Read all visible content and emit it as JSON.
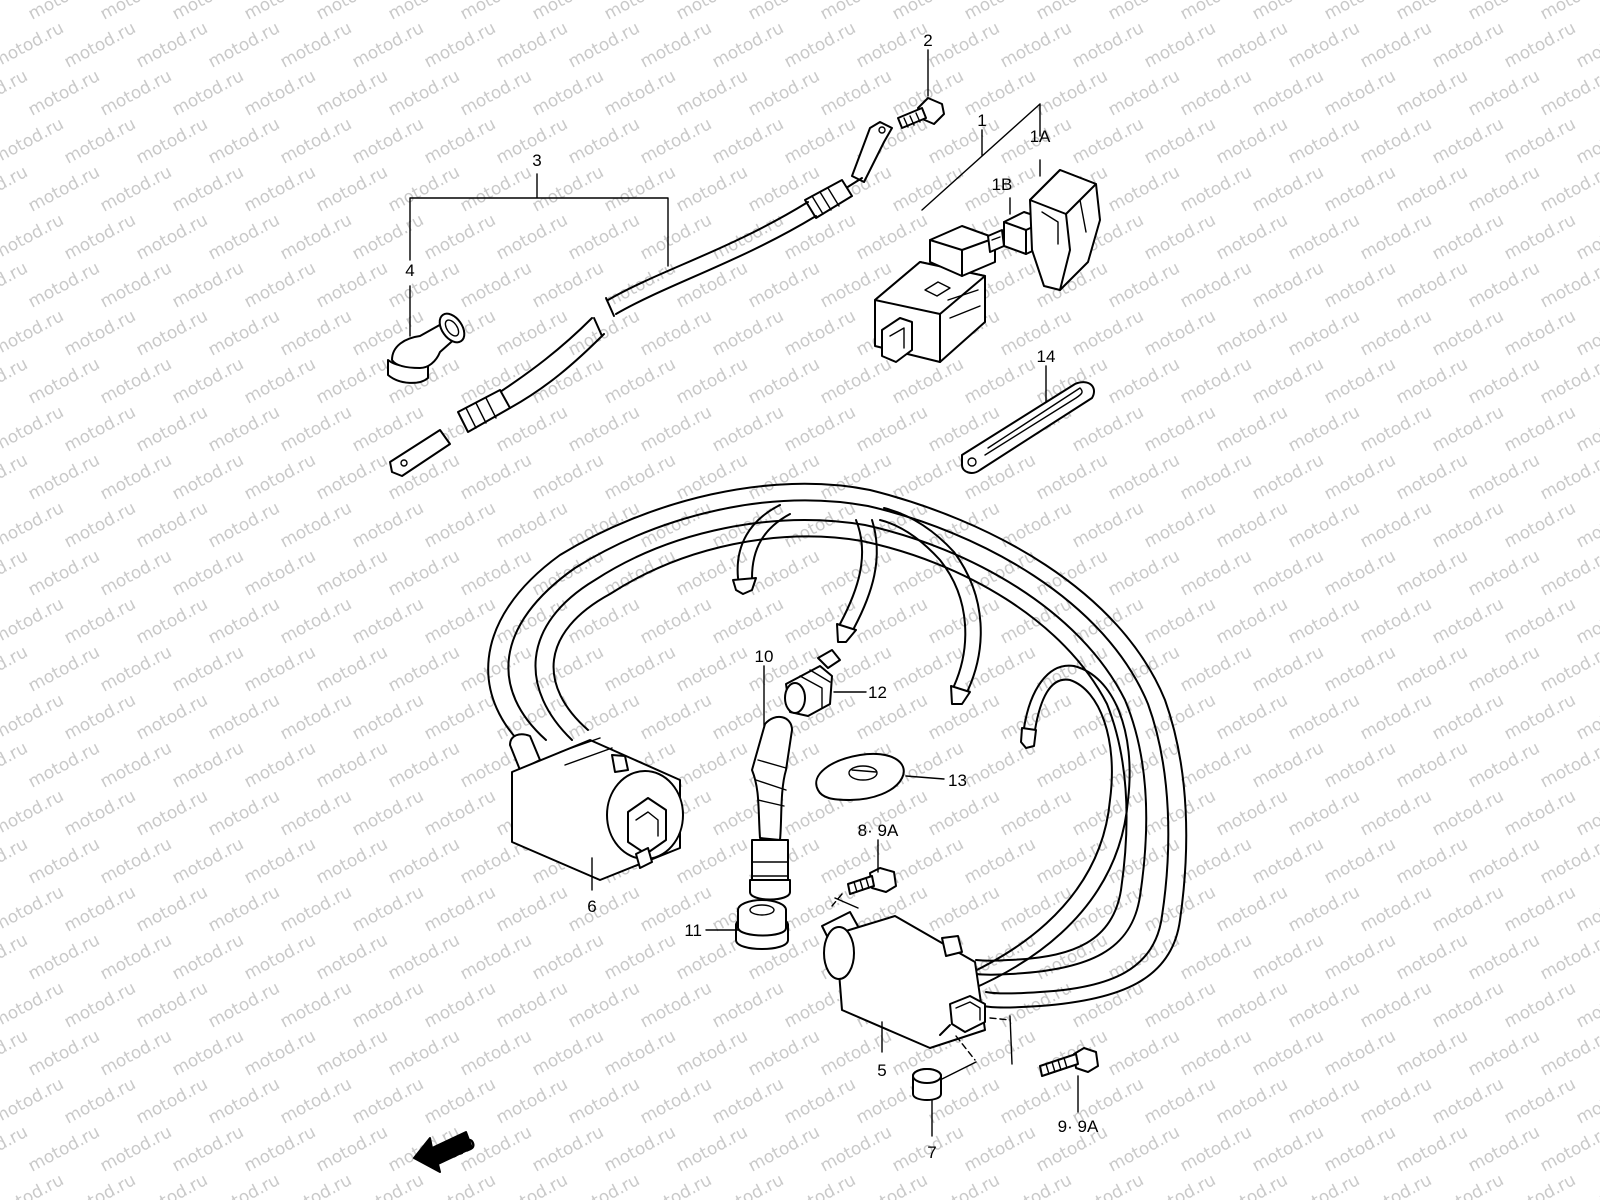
{
  "diagram": {
    "watermark": "motod.ru",
    "fwd_label": "FWD",
    "callouts": {
      "c1": "1",
      "c1a": "1A",
      "c1b": "1B",
      "c2": "2",
      "c3": "3",
      "c4": "4",
      "c5": "5",
      "c6": "6",
      "c7": "7",
      "c8": "8· 9A",
      "c9": "9· 9A",
      "c10": "10",
      "c11": "11",
      "c12": "12",
      "c13": "13",
      "c14": "14"
    }
  }
}
